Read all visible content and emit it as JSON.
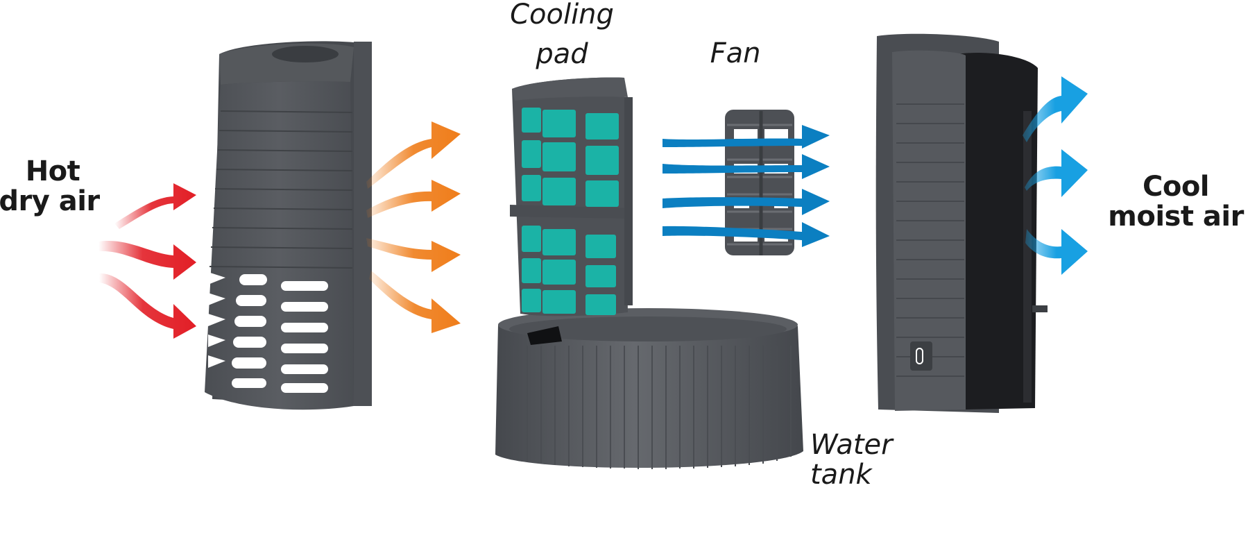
{
  "labels": {
    "hot_air": [
      "Hot",
      "dry air"
    ],
    "cool_air": [
      "Cool",
      "moist air"
    ],
    "cooling_pad": [
      "Cooling",
      "pad"
    ],
    "fan": "Fan",
    "water_tank": [
      "Water",
      "tank"
    ]
  },
  "components": [
    "outer-intake-shell",
    "cooling-pad",
    "fan",
    "water-tank",
    "outlet-housing"
  ],
  "colors": {
    "hot_arrow": "#e21e26",
    "warm_arrow": "#ef7d1a",
    "fan_arrow": "#0b7fc1",
    "cool_arrow": "#18a0e2",
    "housing": "#55585d",
    "housing_dark": "#3e4045",
    "pad": "#1bb3a6",
    "black_panel": "#1c1d20",
    "text": "#1a1a1a"
  }
}
